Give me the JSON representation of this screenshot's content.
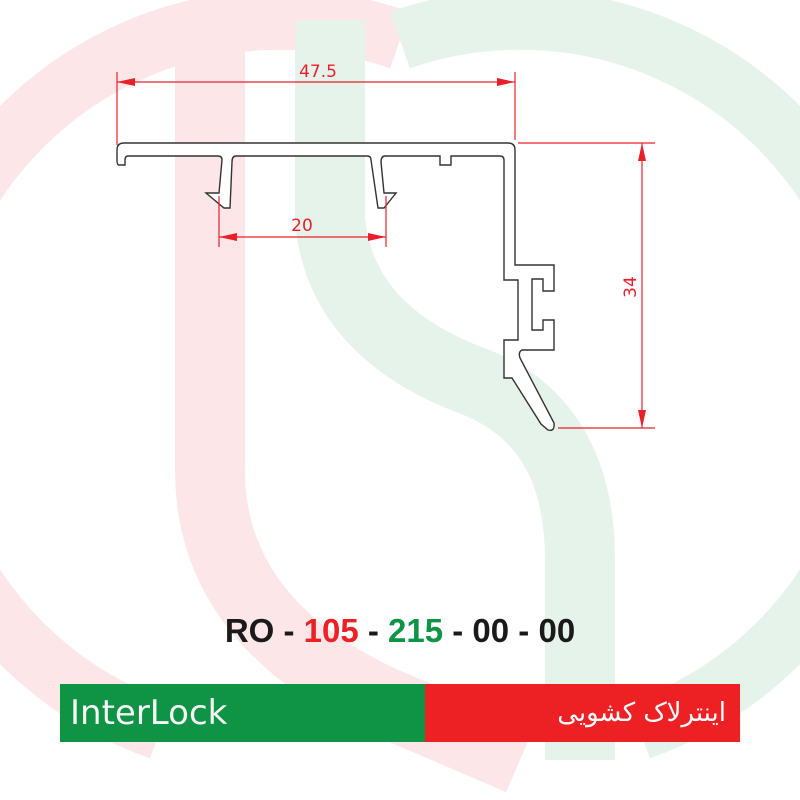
{
  "colors": {
    "red": "#ed2024",
    "green": "#0f9345",
    "black": "#1a1a1a",
    "dimension": "#e8202a",
    "logo_pink": "#fde6e8",
    "logo_green": "#e6f3ea"
  },
  "dimensions": {
    "overall_width": "47.5",
    "finger_spacing": "20",
    "height": "34"
  },
  "product_code": {
    "parts": [
      "RO",
      "105",
      "215",
      "00",
      "00"
    ],
    "separator": " - "
  },
  "label_bar": {
    "english": "InterLock",
    "persian": "اینترلاک کشویی"
  },
  "logo": {
    "icon": "brand-watermark-logo"
  }
}
